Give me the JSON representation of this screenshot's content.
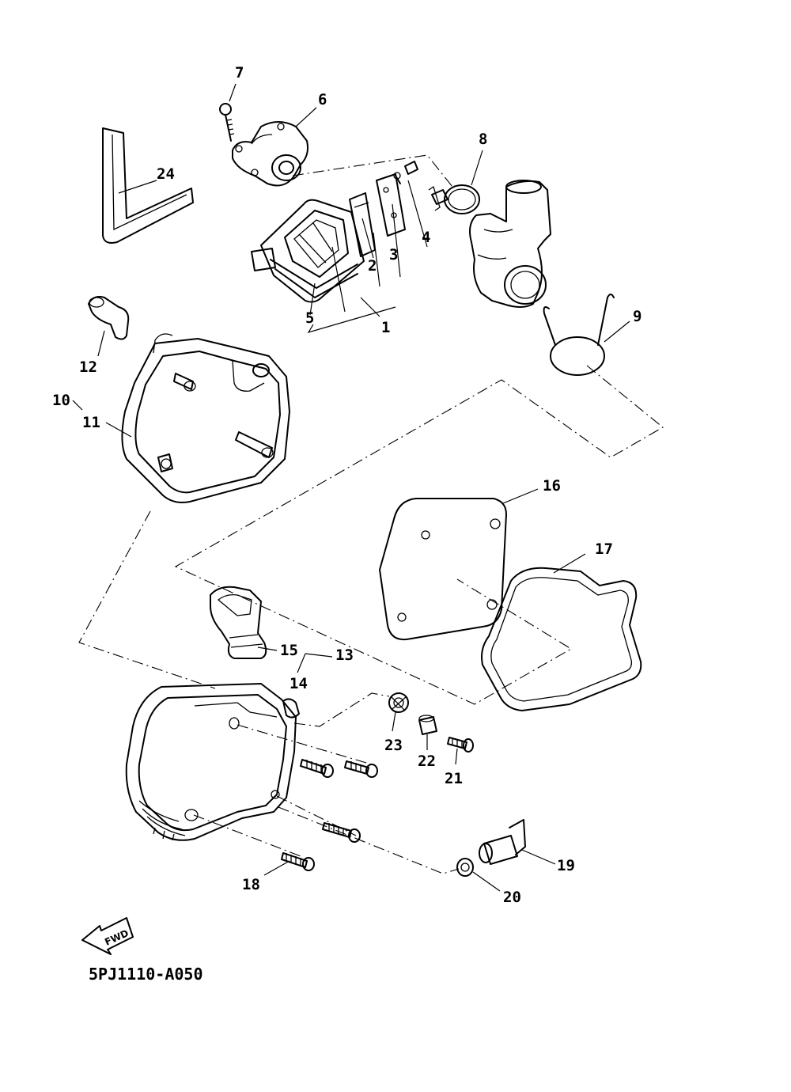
{
  "diagram": {
    "drawing_code": "5PJ1110-A050",
    "fwd_label": "FWD",
    "callouts": [
      {
        "id": "c1",
        "text": "1"
      },
      {
        "id": "c2",
        "text": "2"
      },
      {
        "id": "c3",
        "text": "3"
      },
      {
        "id": "c4",
        "text": "4"
      },
      {
        "id": "c5",
        "text": "5"
      },
      {
        "id": "c6",
        "text": "6"
      },
      {
        "id": "c7",
        "text": "7"
      },
      {
        "id": "c8",
        "text": "8"
      },
      {
        "id": "c9",
        "text": "9"
      },
      {
        "id": "c10",
        "text": "10"
      },
      {
        "id": "c11",
        "text": "11"
      },
      {
        "id": "c12",
        "text": "12"
      },
      {
        "id": "c13",
        "text": "13"
      },
      {
        "id": "c14",
        "text": "14"
      },
      {
        "id": "c15",
        "text": "15"
      },
      {
        "id": "c16",
        "text": "16"
      },
      {
        "id": "c17",
        "text": "17"
      },
      {
        "id": "c18",
        "text": "18"
      },
      {
        "id": "c19",
        "text": "19"
      },
      {
        "id": "c20",
        "text": "20"
      },
      {
        "id": "c21",
        "text": "21"
      },
      {
        "id": "c22",
        "text": "22"
      },
      {
        "id": "c23",
        "text": "23"
      },
      {
        "id": "c24",
        "text": "24"
      }
    ]
  }
}
